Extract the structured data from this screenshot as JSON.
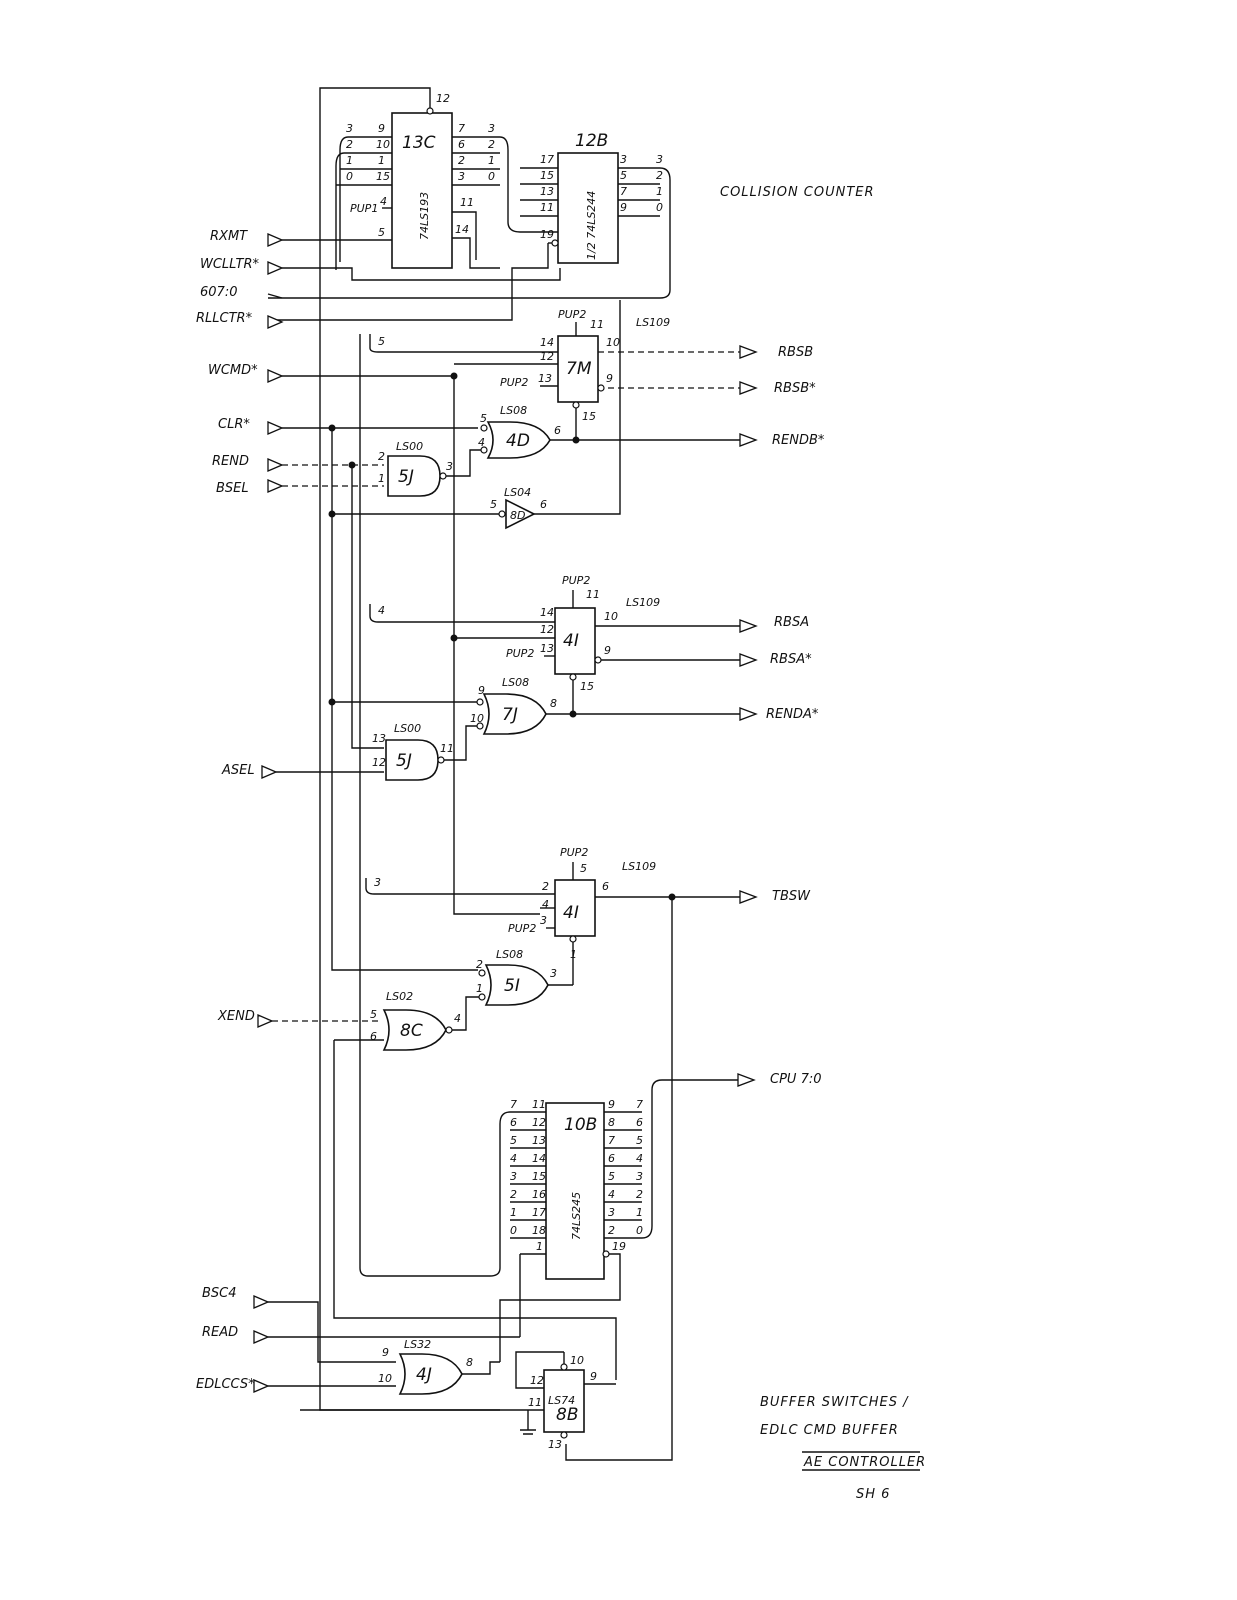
{
  "signals": {
    "rxmt": "RXMT",
    "wclctr": "WCLLTR*",
    "b07": "607:0",
    "rclctr": "RLLCTR*",
    "wcmd": "WCMD*",
    "clr": "CLR*",
    "rend": "REND",
    "bsel": "BSEL",
    "asel": "ASEL",
    "xend": "XEND",
    "bsc4": "BSC4",
    "read": "READ",
    "edlccs": "EDLCCS*",
    "rbsb": "RBSB",
    "rbsb_n": "RBSB*",
    "rendb": "RENDB*",
    "rbsa": "RBSA",
    "rbsa_n": "RBSA*",
    "renda": "RENDA*",
    "tbsw": "TBSW",
    "cpu": "CPU 7:0"
  },
  "chips": {
    "c13c": {
      "ref": "13C",
      "part": "74LS193"
    },
    "c12b": {
      "ref": "12B",
      "part": "1/2 74LS244"
    },
    "c7m": {
      "ref": "7M",
      "part": "LS109"
    },
    "c4d": {
      "ref": "4D",
      "part": "LS08"
    },
    "c5j1": {
      "ref": "5J",
      "part": "LS00"
    },
    "c8d": {
      "ref": "8D",
      "part": "LS04"
    },
    "c4i1": {
      "ref": "4I",
      "part": "LS109"
    },
    "c7j": {
      "ref": "7J",
      "part": "LS08"
    },
    "c5j2": {
      "ref": "5J",
      "part": "LS00"
    },
    "c4i2": {
      "ref": "4I",
      "part": "LS109"
    },
    "c5i": {
      "ref": "5I",
      "part": "LS08"
    },
    "c8c": {
      "ref": "8C",
      "part": "LS02"
    },
    "c10b": {
      "ref": "10B",
      "part": "74LS245"
    },
    "c4j": {
      "ref": "4J",
      "part": "LS32"
    },
    "c8b": {
      "ref": "8B",
      "part": "LS74"
    }
  },
  "pullups": {
    "pup1": "PUP1",
    "pup2": "PUP2"
  },
  "notes": {
    "collision": "COLLISION COUNTER",
    "buffer1": "BUFFER SWITCHES /",
    "buffer2": "EDLC CMD BUFFER",
    "title": "AE CONTROLLER",
    "sheet": "SH 6"
  }
}
